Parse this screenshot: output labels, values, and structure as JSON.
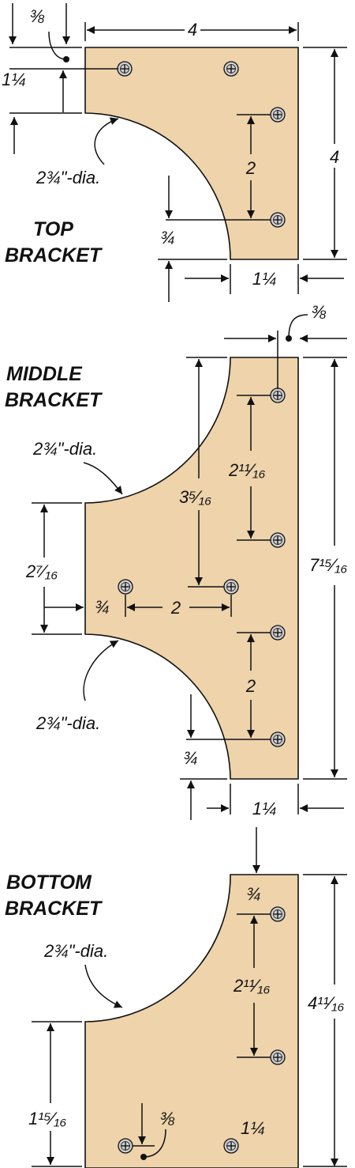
{
  "colors": {
    "wood": "#eed3ab",
    "ink": "#111111",
    "screw": "#cfcfcf"
  },
  "top": {
    "title_line1": "TOP",
    "title_line2": "BRACKET",
    "width": "4",
    "height": "4",
    "screw_spacing": "2",
    "hole_offset_top": "1¼",
    "hole_offset_edge": "⅜",
    "arc_dia": "2¾\"-dia.",
    "arc_offset": "¾",
    "bottom_width": "1¼"
  },
  "middle": {
    "title_line1": "MIDDLE",
    "title_line2": "BRACKET",
    "hole_offset_edge": "⅜",
    "upper_arc_dia": "2¾\"-dia.",
    "lower_arc_dia": "2¾\"-dia.",
    "screw_spacing_upper": "2¹¹⁄₁₆",
    "center_drop": "3⁵⁄₁₆",
    "total_height": "7¹⁵⁄₁₆",
    "tab_height": "2⁷⁄₁₆",
    "tab_hole_offset": "¾",
    "horizontal_spacing": "2",
    "screw_spacing_lower": "2",
    "arc_offset": "¾",
    "bottom_width": "1¼"
  },
  "bottom": {
    "title_line1": "BOTTOM",
    "title_line2": "BRACKET",
    "arc_dia": "2¾\"-dia.",
    "hole_offset_top": "¾",
    "screw_spacing": "2¹¹⁄₁₆",
    "total_height": "4¹¹⁄₁₆",
    "left_height": "1¹⁵⁄₁₆",
    "hole_offset_bottom": "⅜",
    "inner_width": "1¼"
  }
}
